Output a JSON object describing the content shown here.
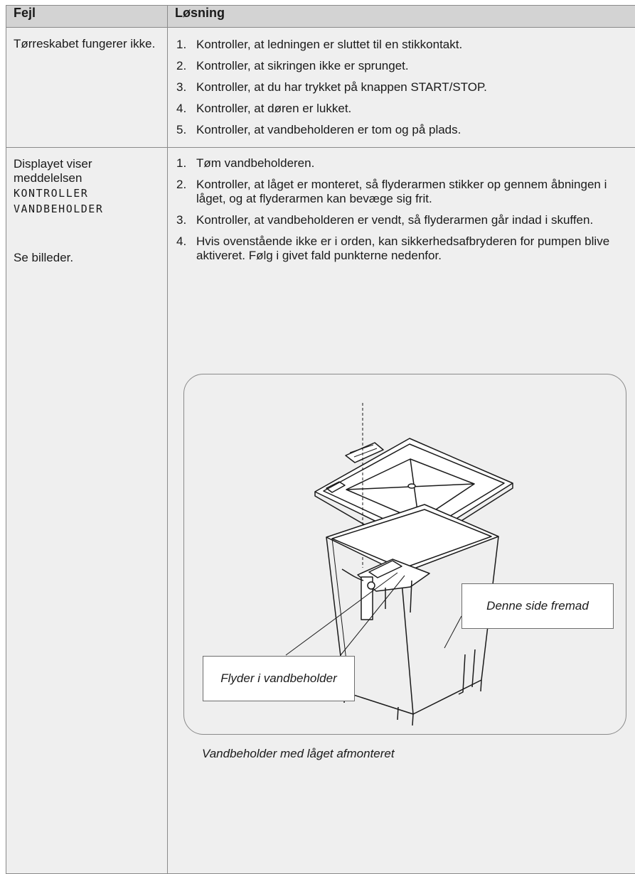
{
  "table": {
    "headers": {
      "fault": "Fejl",
      "solution": "Løsning"
    },
    "rows": [
      {
        "fault": "Tørreskabet fungerer ikke.",
        "steps": [
          {
            "num": "1.",
            "text": "Kontroller, at ledningen er sluttet til en stikkontakt."
          },
          {
            "num": "2.",
            "text": "Kontroller, at sikringen ikke er sprunget."
          },
          {
            "num": "3.",
            "text": "Kontroller, at du har trykket på knappen START/STOP."
          },
          {
            "num": "4.",
            "text": "Kontroller, at døren er lukket."
          },
          {
            "num": "5.",
            "text": "Kontroller, at vandbeholderen er tom og på plads."
          }
        ]
      },
      {
        "fault_lines": [
          "Displayet viser",
          "meddelelsen"
        ],
        "display_message": [
          "KONTROLLER",
          "VANDBEHOLDER"
        ],
        "see_images": "Se billeder.",
        "steps": [
          {
            "num": "1.",
            "text": "Tøm vandbeholderen."
          },
          {
            "num": "2.",
            "text": "Kontroller, at låget er monteret, så flyderarmen stikker op gennem åbningen i låget, og at flyderarmen kan bevæge sig frit."
          },
          {
            "num": "3.",
            "text": "Kontroller, at vandbeholderen er vendt, så flyderarmen går indad i skuffen."
          },
          {
            "num": "4.",
            "text": "Hvis ovenstående ikke er i orden, kan sikkerhedsafbryderen for pumpen blive aktiveret. Følg i givet fald punkterne nedenfor."
          }
        ]
      }
    ]
  },
  "figure": {
    "label_front": "Denne side fremad",
    "label_float": "Flyder i vandbeholder",
    "caption": "Vandbeholder med låget afmonteret"
  },
  "colors": {
    "header_bg": "#d3d3d3",
    "cell_bg": "#efefef",
    "border": "#8a8a8a"
  }
}
